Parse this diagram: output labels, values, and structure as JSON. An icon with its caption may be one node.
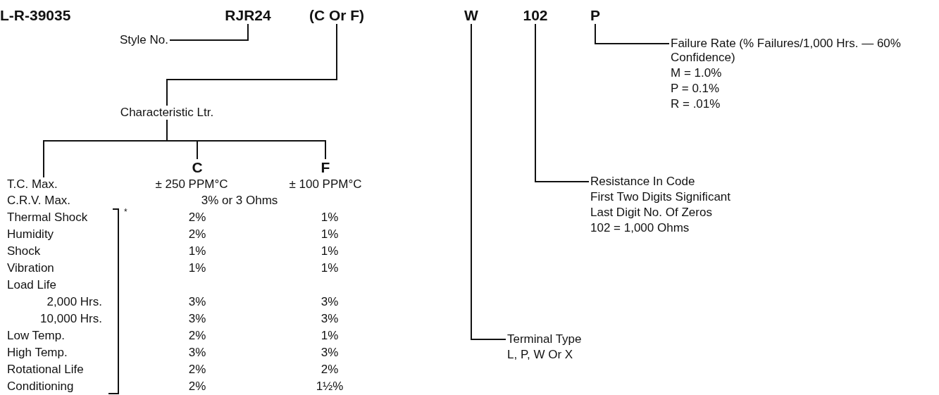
{
  "diagram": {
    "nodes": [
      {
        "text": [
          "L-R-39035"
        ]
      },
      {
        "text": [
          "RJR24"
        ]
      },
      {
        "text": [
          "(C Or F)"
        ]
      },
      {
        "text": [
          "W"
        ]
      },
      {
        "text": [
          "102"
        ]
      },
      {
        "text": [
          "P"
        ]
      },
      {
        "text": [
          "Style No."
        ]
      },
      {
        "text": [
          "Characteristic Ltr."
        ]
      },
      {
        "text": [
          "T.C. Max."
        ]
      },
      {
        "text": [
          "C"
        ]
      },
      {
        "text": [
          "F"
        ]
      },
      {
        "text": [
          "Failure Rate (% Failures/1,000 Hrs. — 60% Confidence)",
          "M = 1.0%",
          "P = 0.1%",
          "R = .01%"
        ]
      },
      {
        "text": [
          "Resistance In Code",
          "First Two Digits Significant",
          "Last Digit No. Of Zeros",
          "102 = 1,000 Ohms"
        ]
      },
      {
        "text": [
          "Terminal Type",
          "L, P, W Or X"
        ]
      }
    ],
    "edges": [
      {
        "from": 1,
        "to": 6,
        "arrow": "none"
      },
      {
        "from": 2,
        "to": 7,
        "arrow": "none"
      },
      {
        "from": 7,
        "to": 8,
        "arrow": "none"
      },
      {
        "from": 7,
        "to": 9,
        "arrow": "none"
      },
      {
        "from": 7,
        "to": 10,
        "arrow": "none"
      },
      {
        "from": 5,
        "to": 11,
        "arrow": "none"
      },
      {
        "from": 4,
        "to": 12,
        "arrow": "none"
      },
      {
        "from": 3,
        "to": 13,
        "arrow": "none"
      }
    ],
    "labels": [
      "± 250 PPM°C",
      "± 100 PPM°C",
      "C.R.V. Max.",
      "3% or 3 Ohms",
      "Thermal Shock",
      "*",
      "2%",
      "1%",
      "Humidity",
      "2%",
      "1%",
      "Shock",
      "1%",
      "1%",
      "Vibration",
      "1%",
      "1%",
      "Load Life",
      "2,000 Hrs.",
      "3%",
      "3%",
      "10,000 Hrs.",
      "3%",
      "3%",
      "Low Temp.",
      "2%",
      "1%",
      "High Temp.",
      "3%",
      "3%",
      "Rotational Life",
      "2%",
      "2%",
      "Conditioning",
      "2%",
      "1½%"
    ]
  }
}
